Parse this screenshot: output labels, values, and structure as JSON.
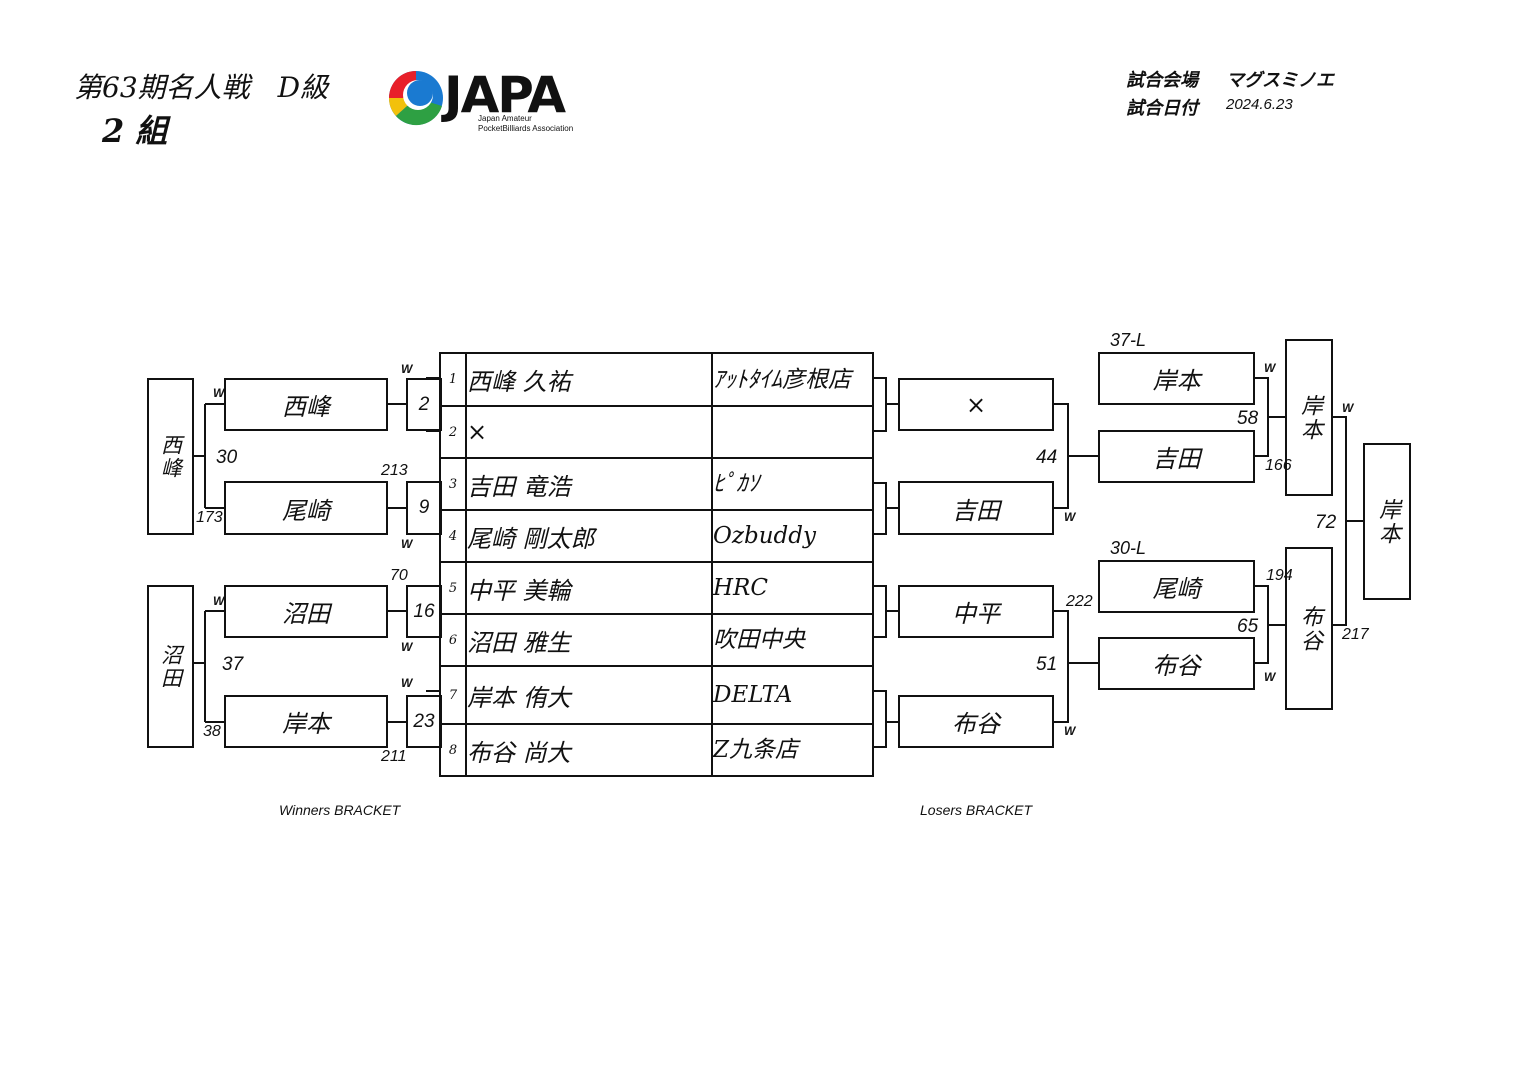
{
  "header": {
    "title": "第63期名人戦　D級",
    "group": "2 組",
    "venue_label": "試合会場",
    "venue": "マグスミノエ",
    "date_label": "試合日付",
    "date": "2024.6.23"
  },
  "logo": {
    "name": "JAPA",
    "tagline_1": "Japan Amateur",
    "tagline_2": "PocketBilliards Association",
    "colors": [
      "#e8202a",
      "#1a7ad1",
      "#2ea043",
      "#f2c10c"
    ]
  },
  "roster": [
    {
      "no": "1",
      "name": "西峰 久祐",
      "club": "ｱｯﾄﾀｲﾑ彦根店"
    },
    {
      "no": "2",
      "name": "×",
      "club": ""
    },
    {
      "no": "3",
      "name": "吉田 竜浩",
      "club": "ﾋﾟｶｿ"
    },
    {
      "no": "4",
      "name": "尾崎 剛太郎",
      "club": "Ozbuddy"
    },
    {
      "no": "5",
      "name": "中平 美輪",
      "club": "HRC"
    },
    {
      "no": "6",
      "name": "沼田 雅生",
      "club": "吹田中央"
    },
    {
      "no": "7",
      "name": "岸本 侑大",
      "club": "DELTA"
    },
    {
      "no": "8",
      "name": "布谷 尚大",
      "club": "Z九条店"
    }
  ],
  "winners": {
    "label": "Winners BRACKET",
    "r1": [
      "西峰",
      "尾崎",
      "沼田",
      "岸本"
    ],
    "match_nos": [
      "2",
      "9",
      "16",
      "23"
    ],
    "finalists": [
      "西峰",
      "沼田"
    ],
    "final_match_nos": [
      "30",
      "37"
    ],
    "tables": [
      "213",
      "173",
      "70",
      "38",
      "211"
    ],
    "win_mark": "W"
  },
  "losers": {
    "label": "Losers BRACKET",
    "r1": [
      "×",
      "吉田",
      "中平",
      "布谷"
    ],
    "r2": [
      "岸本",
      "吉田",
      "尾崎",
      "布谷"
    ],
    "drop_labels": [
      "37-L",
      "30-L"
    ],
    "match_nos": [
      "44",
      "51",
      "58",
      "65",
      "72"
    ],
    "semis": [
      "岸本",
      "布谷"
    ],
    "winner": "岸本",
    "tables": [
      "222",
      "166",
      "194",
      "217"
    ]
  }
}
